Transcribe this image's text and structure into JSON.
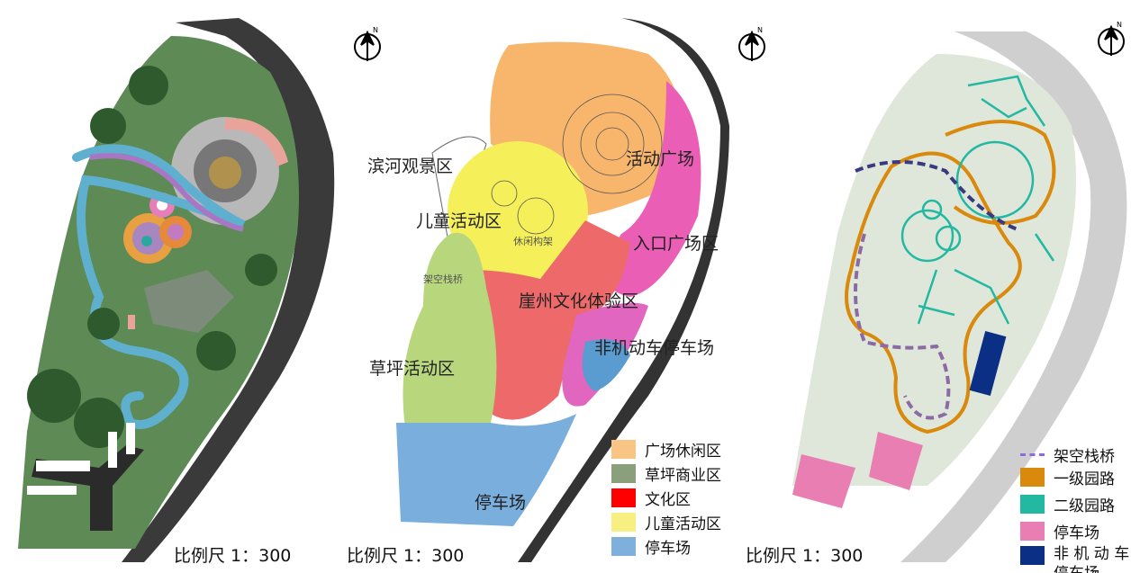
{
  "panels": [
    {
      "scale_label": "比例尺 1：300"
    },
    {
      "scale_label": "比例尺 1：300",
      "zone_labels": {
        "riverside": "滨河观景区",
        "children": "儿童活动区",
        "pergola": "休闲构架",
        "boardwalk": "架空栈桥",
        "lawn": "草坪活动区",
        "plaza": "活动广场",
        "entrance": "入口广场区",
        "culture": "崖州文化体验区",
        "bike_parking": "非机动车停车场",
        "parking": "停车场"
      },
      "legend": [
        {
          "label": "广场休闲区",
          "color": "#f9c584"
        },
        {
          "label": "草坪商业区",
          "color": "#8aa07c"
        },
        {
          "label": "文化区",
          "color": "#ff0000"
        },
        {
          "label": "儿童活动区",
          "color": "#f8ef82"
        },
        {
          "label": "停车场",
          "color": "#7fb0dc"
        }
      ]
    },
    {
      "scale_label": "比例尺 1：300",
      "legend": [
        {
          "label": "架空栈桥",
          "color": "#8e6ae0",
          "style": "dashed"
        },
        {
          "label": "一级园路",
          "color": "#d98a0c"
        },
        {
          "label": "二级园路",
          "color": "#22b8a2"
        },
        {
          "label": "停车场",
          "color": "#e97eb3"
        },
        {
          "label": "非 机 动 车停车场",
          "color": "#0c2f86"
        }
      ]
    }
  ],
  "compass_label": "N"
}
